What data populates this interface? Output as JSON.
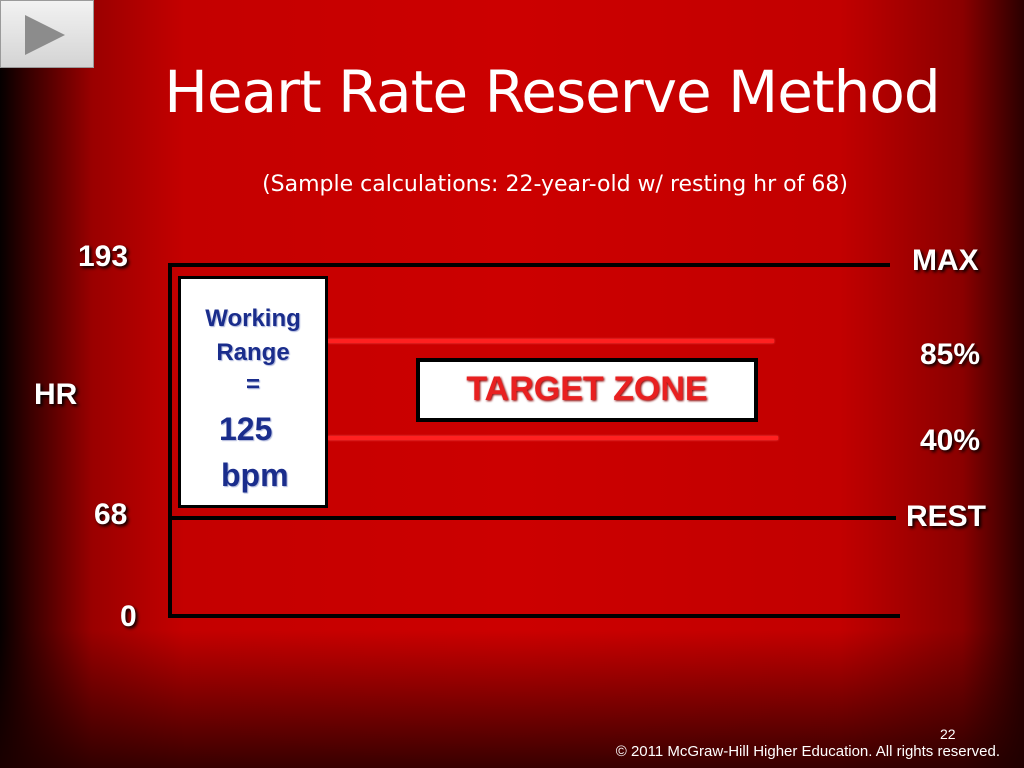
{
  "nav": {
    "icon": "play-icon"
  },
  "title": "Heart Rate Reserve Method",
  "subtitle": "(Sample calculations: 22-year-old w/ resting hr of 68)",
  "axis": {
    "label": "HR",
    "ticks": {
      "max": "193",
      "rest": "68",
      "zero": "0"
    }
  },
  "levels": {
    "max": "MAX",
    "p85": "85%",
    "p40": "40%",
    "rest": "REST"
  },
  "working_range": {
    "line1": "Working",
    "line2": "Range",
    "line3": "=",
    "value": "125",
    "unit": "bpm"
  },
  "target_zone": "TARGET ZONE",
  "footer": {
    "page": "22",
    "copyright": "© 2011 McGraw-Hill Higher Education.  All rights reserved."
  },
  "colors": {
    "background": "#cc0000",
    "lines": "#000000",
    "zone_lines": "#ff2020",
    "working_text": "#1a2d8c",
    "target_text": "#e82020"
  }
}
